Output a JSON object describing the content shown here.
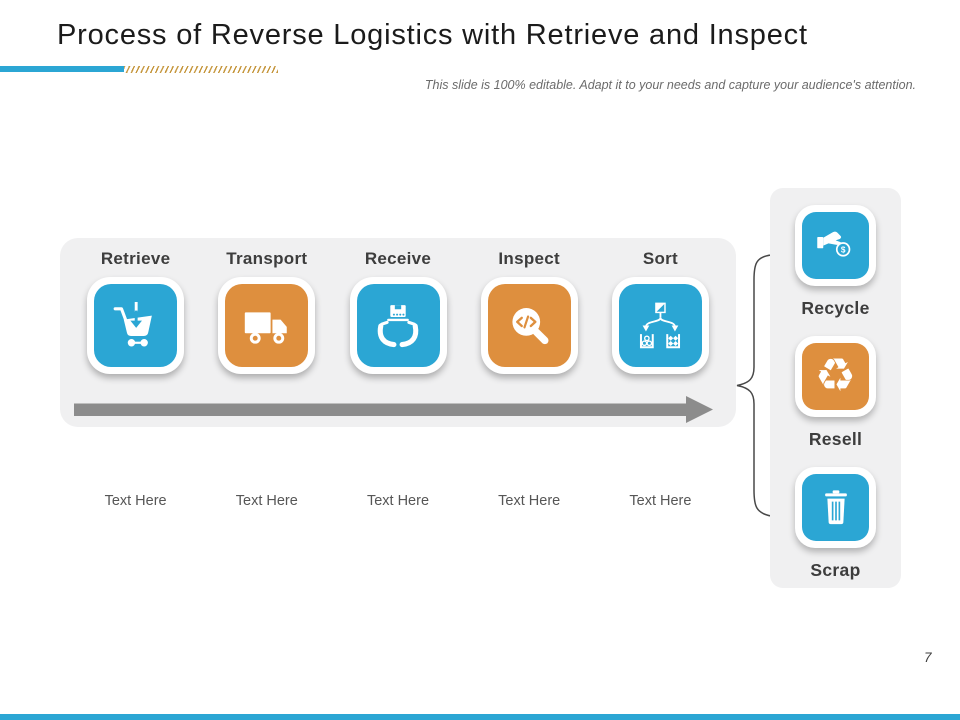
{
  "slide": {
    "title": "Process of Reverse Logistics with Retrieve and Inspect",
    "subtitle": "This slide is 100% editable. Adapt it to your needs and capture your audience's attention.",
    "page_number": "7"
  },
  "colors": {
    "step_blue": "#2BA6D4",
    "step_orange": "#DE8F3E",
    "panel_gray": "#F0F0F1",
    "arrow_gray": "#8C8C8C",
    "accent_gold": "#C6973E"
  },
  "process": {
    "steps": [
      {
        "label": "Retrieve",
        "placeholder": "Text Here",
        "color": "#2BA6D4",
        "icon": "cart-arrow-down-icon"
      },
      {
        "label": "Transport",
        "placeholder": "Text Here",
        "color": "#DE8F3E",
        "icon": "delivery-truck-icon"
      },
      {
        "label": "Receive",
        "placeholder": "Text Here",
        "color": "#2BA6D4",
        "icon": "hands-receiving-box-icon"
      },
      {
        "label": "Inspect",
        "placeholder": "Text Here",
        "color": "#DE8F3E",
        "icon": "magnifier-code-icon"
      },
      {
        "label": "Sort",
        "placeholder": "Text Here",
        "color": "#2BA6D4",
        "icon": "sort-branches-icon"
      }
    ]
  },
  "outcomes": {
    "items": [
      {
        "label": "Recycle",
        "color": "#2BA6D4",
        "icon": "hand-money-icon"
      },
      {
        "label": "Resell",
        "color": "#DE8F3E",
        "icon": "recycle-arrows-icon",
        "glyph": "♻"
      },
      {
        "label": "Scrap",
        "color": "#2BA6D4",
        "icon": "trash-bin-icon"
      }
    ]
  }
}
